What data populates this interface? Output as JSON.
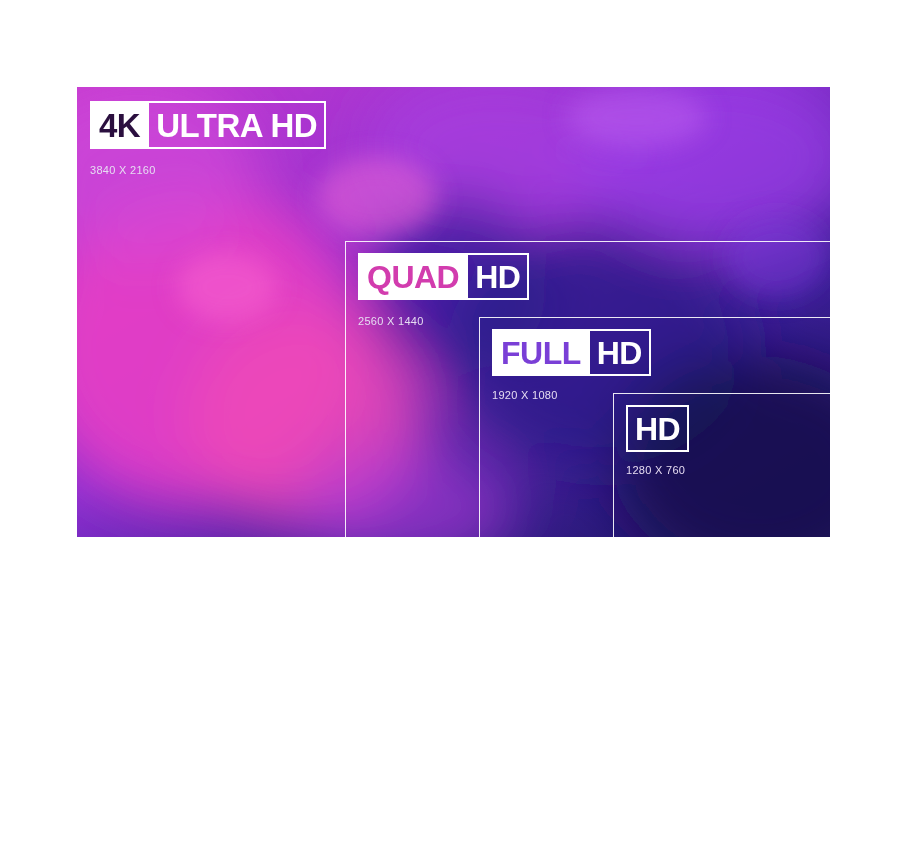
{
  "diagram": {
    "nodes": [
      {
        "text": [
          "4K",
          "ULTRA HD",
          "3840 X 2160"
        ]
      },
      {
        "text": [
          "QUAD",
          "HD",
          "2560 X 1440"
        ],
        "in": 0
      },
      {
        "text": [
          "FULL",
          "HD",
          "1920 X 1080"
        ],
        "in": 1
      },
      {
        "text": [
          "HD",
          "1280 X 760"
        ],
        "in": 2
      }
    ]
  }
}
